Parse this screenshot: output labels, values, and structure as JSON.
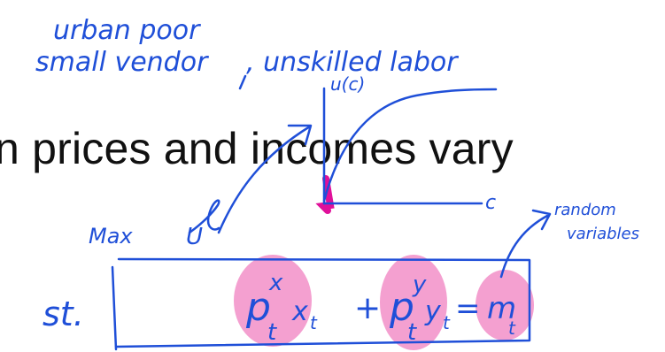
{
  "slide": {
    "typed_text": "n prices and incomes vary"
  },
  "annotations": {
    "line1": "urban poor",
    "line2": "small vendor",
    "line2b": ", unskilled labor",
    "ux_label": "u(c)",
    "c_label": "c",
    "max_label": "Max",
    "u_label": "U",
    "random_label": "random",
    "variables_label": "variables",
    "st_label": "st.",
    "eq_p": "p",
    "eq_x_sup": "x",
    "eq_t": "t",
    "eq_xt": "x",
    "eq_plus": "+",
    "eq_y_sup": "y",
    "eq_yt": "y",
    "eq_equals": "=",
    "eq_m": "m"
  },
  "colors": {
    "ink_blue": "#1f4fd8",
    "highlight_pink": "#f28fc8",
    "marker_magenta": "#e0109a",
    "text_black": "#111111"
  }
}
